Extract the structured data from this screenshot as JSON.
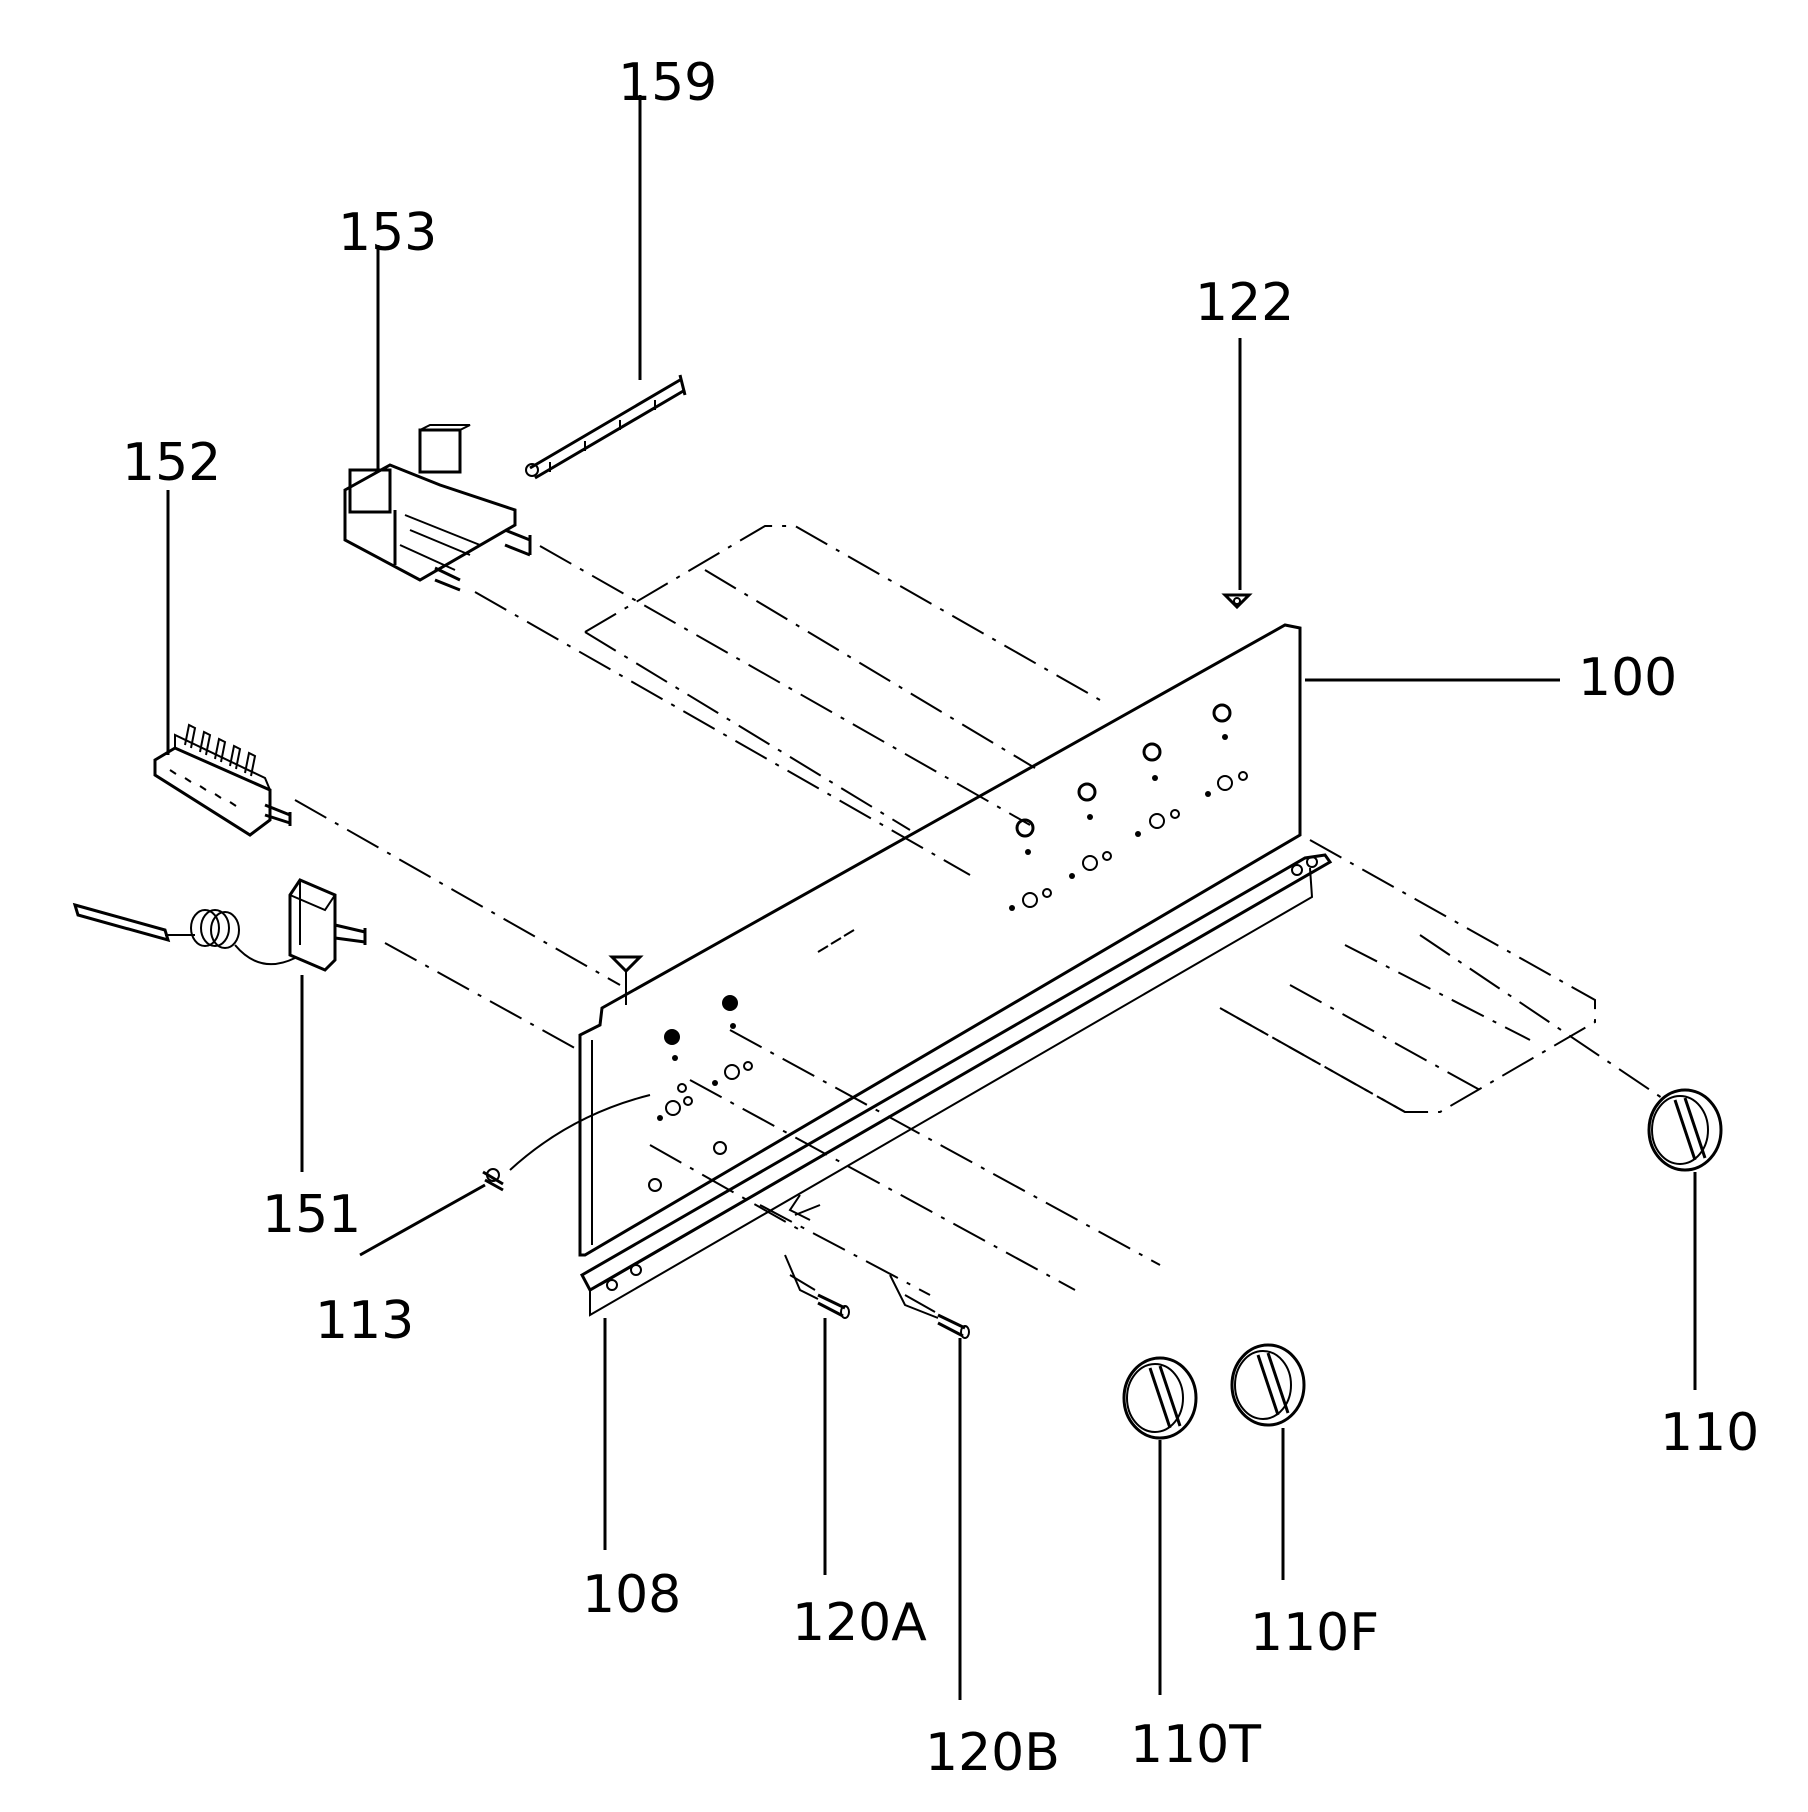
{
  "labels": {
    "p159": "159",
    "p153": "153",
    "p152": "152",
    "p122": "122",
    "p100": "100",
    "p151": "151",
    "p113": "113",
    "p110": "110",
    "p108": "108",
    "p120A": "120A",
    "p120B": "120B",
    "p110T": "110T",
    "p110F": "110F"
  }
}
